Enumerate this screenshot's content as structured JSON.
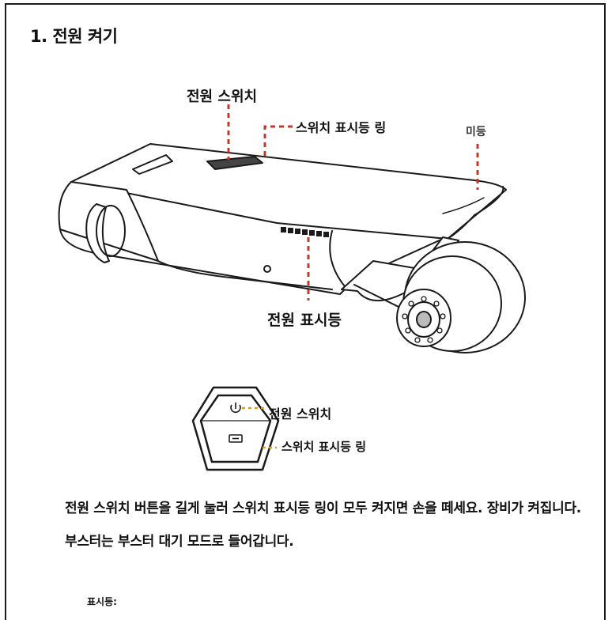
{
  "section": {
    "title": "1. 전원 켜기"
  },
  "device_labels": {
    "power_switch": "전원 스위치",
    "switch_indicator_ring": "스위치 표시등 링",
    "taillight": "미등",
    "power_indicator": "전원 표시등"
  },
  "button_labels": {
    "power_switch": "전원 스위치",
    "switch_indicator_ring": "스위치 표시등 링"
  },
  "instruction": "전원 스위치 버튼을 길게 눌러 스위치 표시등 링이 모두 켜지면 손을 떼세요. 장비가 켜집니다. 부스터는 부스터 대기 모드로 들어갑니다.",
  "indicator": {
    "label": "표시등:"
  },
  "colors": {
    "leader_line": "#c0392b",
    "button_leader": "#d4a017",
    "outline": "#1a1a1a"
  },
  "icons": {
    "button_top": "power-icon",
    "button_bottom": "battery-icon"
  }
}
